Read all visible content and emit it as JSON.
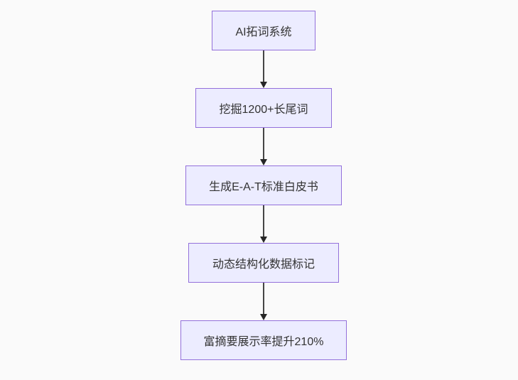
{
  "canvas": {
    "background_color": "#fafafa"
  },
  "flowchart": {
    "type": "flowchart",
    "direction": "top-down",
    "node_fill_color": "#ececff",
    "node_border_color": "#9370db",
    "text_color": "#333333",
    "arrow_color": "#333333",
    "nodes": [
      {
        "id": "n1",
        "label": "AI拓词系统"
      },
      {
        "id": "n2",
        "label": "挖掘1200+长尾词"
      },
      {
        "id": "n3",
        "label": "生成E-A-T标准白皮书"
      },
      {
        "id": "n4",
        "label": "动态结构化数据标记"
      },
      {
        "id": "n5",
        "label": "富摘要展示率提升210%"
      }
    ],
    "edges": [
      {
        "from": "n1",
        "to": "n2"
      },
      {
        "from": "n2",
        "to": "n3"
      },
      {
        "from": "n3",
        "to": "n4"
      },
      {
        "from": "n4",
        "to": "n5"
      }
    ]
  }
}
